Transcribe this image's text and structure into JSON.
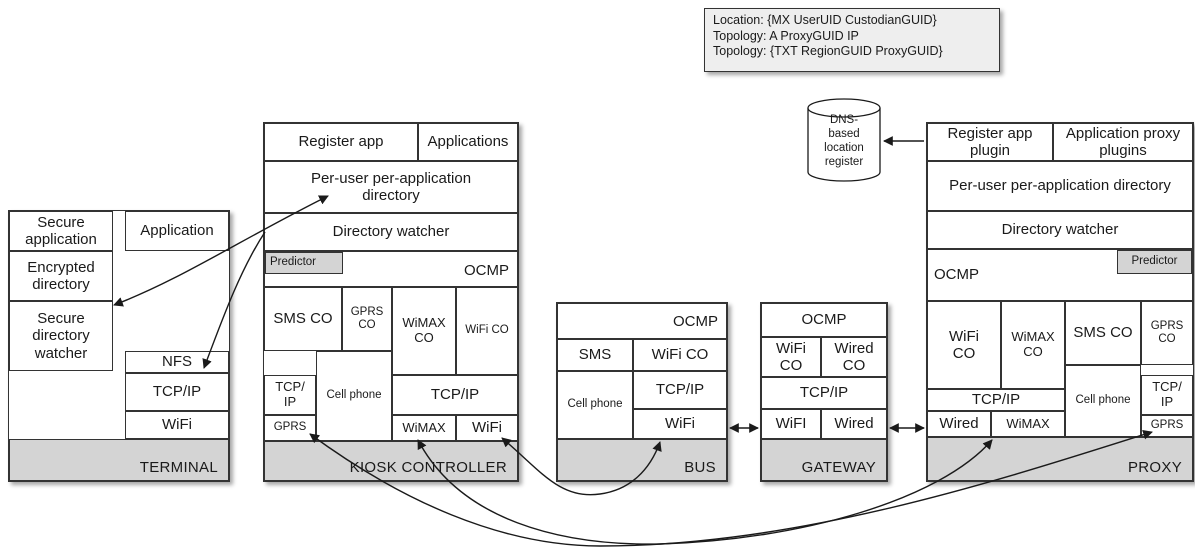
{
  "dns_record_box": {
    "lines": [
      "Location: {MX UserUID CustodianGUID}",
      "Topology: A ProxyGUID IP",
      "Topology: {TXT RegionGUID ProxyGUID}"
    ]
  },
  "dns_register": {
    "label": "DNS-\nbased\nlocation\nregister"
  },
  "terminal": {
    "secure_application": "Secure\napplication",
    "application": "Application",
    "encrypted_directory": "Encrypted\ndirectory",
    "secure_directory_watcher": "Secure\ndirectory\nwatcher",
    "nfs": "NFS",
    "tcpip": "TCP/IP",
    "wifi": "WiFi",
    "base": "TERMINAL"
  },
  "kiosk": {
    "register_app": "Register app",
    "applications": "Applications",
    "per_user_directory": "Per-user per-application\ndirectory",
    "directory_watcher": "Directory watcher",
    "predictor": "Predictor",
    "ocmp": "OCMP",
    "sms_co": "SMS CO",
    "gprs_co": "GPRS\nCO",
    "wimax_co": "WiMAX\nCO",
    "wifi_co": "WiFi CO",
    "tcpip_small": "TCP/\nIP",
    "cell_phone": "Cell phone",
    "tcpip": "TCP/IP",
    "gprs": "GPRS",
    "wimax": "WiMAX",
    "wifi": "WiFi",
    "base": "KIOSK CONTROLLER"
  },
  "bus": {
    "ocmp": "OCMP",
    "sms": "SMS",
    "wifi_co": "WiFi CO",
    "cell_phone": "Cell phone",
    "tcpip": "TCP/IP",
    "wifi": "WiFi",
    "base": "BUS"
  },
  "gateway": {
    "ocmp": "OCMP",
    "wifi_co": "WiFi\nCO",
    "wired_co": "Wired\nCO",
    "tcpip": "TCP/IP",
    "wifi": "WiFI",
    "wired": "Wired",
    "base": "GATEWAY"
  },
  "proxy": {
    "register_app_plugin": "Register app\nplugin",
    "application_proxy_plugins": "Application proxy\nplugins",
    "per_user_directory": "Per-user per-application directory",
    "directory_watcher": "Directory watcher",
    "ocmp": "OCMP",
    "predictor": "Predictor",
    "wifi_co": "WiFi\nCO",
    "wimax_co": "WiMAX\nCO",
    "sms_co": "SMS CO",
    "gprs_co": "GPRS\nCO",
    "tcpip": "TCP/IP",
    "cell_phone": "Cell phone",
    "tcpip_small": "TCP/\nIP",
    "wired": "Wired",
    "wimax": "WiMAX",
    "gprs": "GPRS",
    "base": "PROXY"
  },
  "colors": {
    "base_fill": "#d4d4d4",
    "line": "#1a1a1a",
    "dns_box_fill": "#eeeeee"
  }
}
